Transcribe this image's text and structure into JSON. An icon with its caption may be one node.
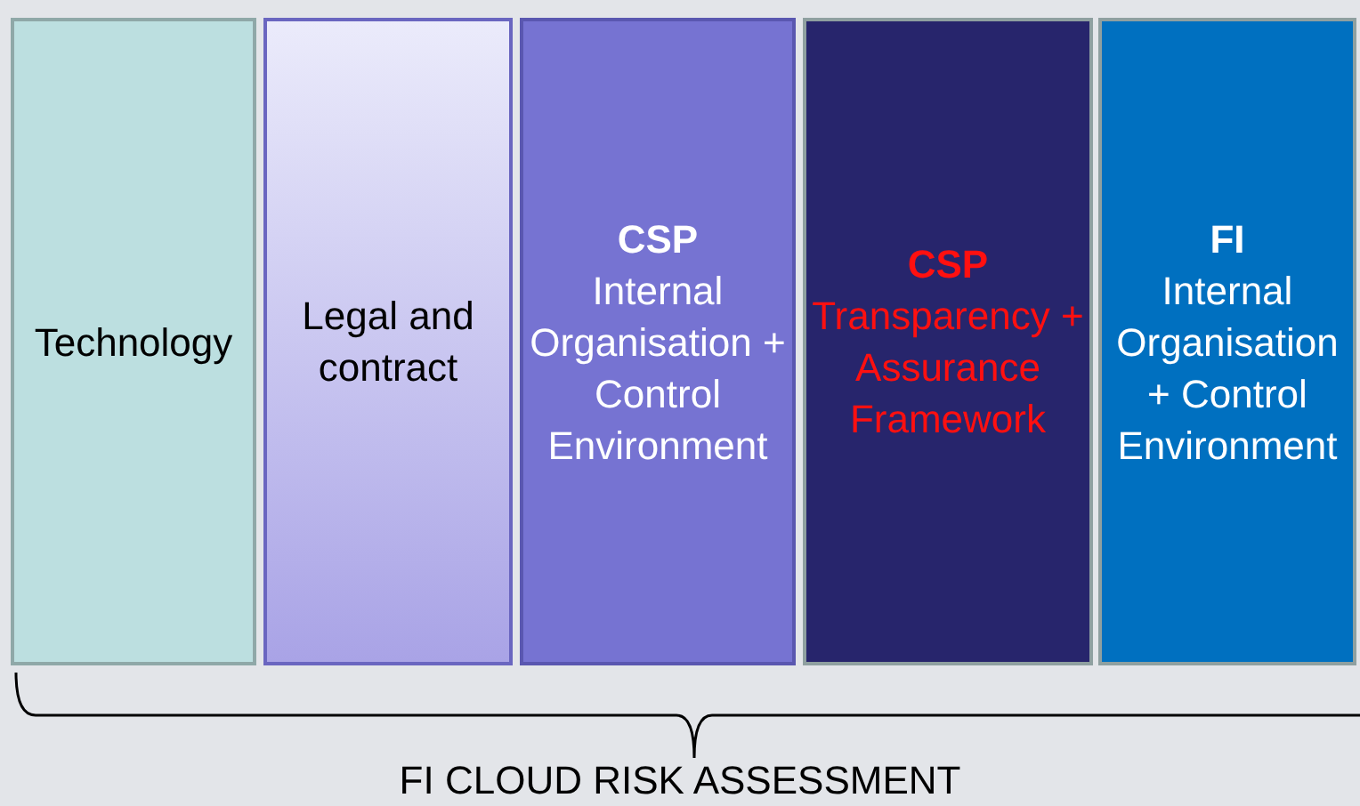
{
  "diagram": {
    "nodes": [
      {
        "text": [
          "Technology"
        ]
      },
      {
        "text": [
          "Legal and contract"
        ]
      },
      {
        "text": [
          "CSP",
          "Internal Organisation + Control Environment"
        ]
      },
      {
        "text": [
          "CSP",
          "Transparency + Assurance Framework"
        ]
      },
      {
        "text": [
          "FI",
          "Internal Organisation + Control Environment"
        ]
      }
    ],
    "edges": [],
    "labels": [
      "FI CLOUD RISK ASSESSMENT"
    ]
  }
}
